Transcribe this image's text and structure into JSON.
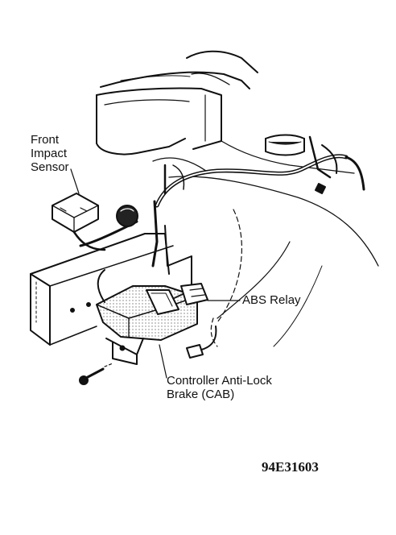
{
  "labels": {
    "front_impact_sensor": [
      "Front",
      "Impact",
      "Sensor"
    ],
    "abs_relay": "ABS Relay",
    "cab": [
      "Controller Anti-Lock",
      "Brake (CAB)"
    ]
  },
  "figure_code": "94E31603",
  "colors": {
    "ink": "#111111",
    "paper": "#ffffff",
    "shade": "#9a9a9a"
  }
}
